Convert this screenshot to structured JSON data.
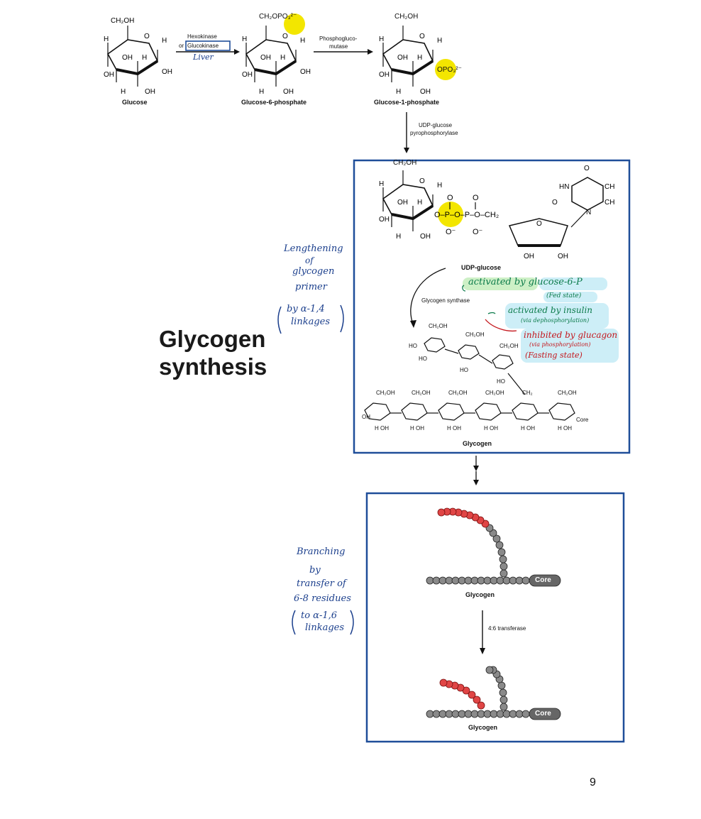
{
  "pathway": {
    "glucose_label": "Glucose",
    "g6p_label": "Glucose-6-phosphate",
    "g1p_label": "Glucose-1-phosphate",
    "enzyme1_line1": "Hexokinase",
    "enzyme1_or": "or",
    "enzyme1_line2": "Glucokinase",
    "enzyme1_note": "Liver",
    "enzyme2_line1": "Phosphogluco-",
    "enzyme2_line2": "mutase",
    "enzyme3_line1": "UDP-glucose",
    "enzyme3_line2": "pyrophosphorylase",
    "ch2oh": "CH₂OH",
    "ch2opo3": "CH₂OPO₃²⁻",
    "opo3": "OPO₃²⁻"
  },
  "title": {
    "line1": "Glycogen",
    "line2": "synthesis"
  },
  "synthesis_box": {
    "udp_label": "UDP-glucose",
    "enzyme": "Glycogen synthase",
    "glycogen_label": "Glycogen",
    "core_label": "Core",
    "uracil_hn": "HN",
    "uracil_o": "O",
    "uracil_n": "N",
    "uracil_ch": "CH",
    "reg1": "activated by glucose-6-P",
    "reg2": "(Fed state)",
    "reg3": "activated by insulin",
    "reg4": "(via dephosphorylation)",
    "reg5": "inhibited by glucagon",
    "reg6": "(via phosphorylation)",
    "reg7": "(Fasting state)"
  },
  "left_notes": {
    "n1": "Lengthening",
    "n2": "of",
    "n3": "glycogen",
    "n4": "primer",
    "n5": "by α-1,4",
    "n6": "linkages",
    "b1": "Branching",
    "b2": "by",
    "b3": "transfer of",
    "b4": "6-8 residues",
    "b5": "to α-1,6",
    "b6": "linkages"
  },
  "branch_box": {
    "glycogen_top": "Glycogen",
    "glycogen_bottom": "Glycogen",
    "core_top": "Core",
    "core_bottom": "Core",
    "enzyme": "4:6 transferase"
  },
  "page_number": "9",
  "colors": {
    "box_border": "#1f4e99",
    "highlight_yellow": "#f3e600",
    "handwriting_blue": "#1a3e8c",
    "handwriting_green": "#0b7a4a",
    "handwriting_red": "#c4161c",
    "highlight_green": "#cdf0c6",
    "highlight_cyan": "#cdeef7",
    "red_bead": "#e04545",
    "gray_bead": "#777777"
  }
}
